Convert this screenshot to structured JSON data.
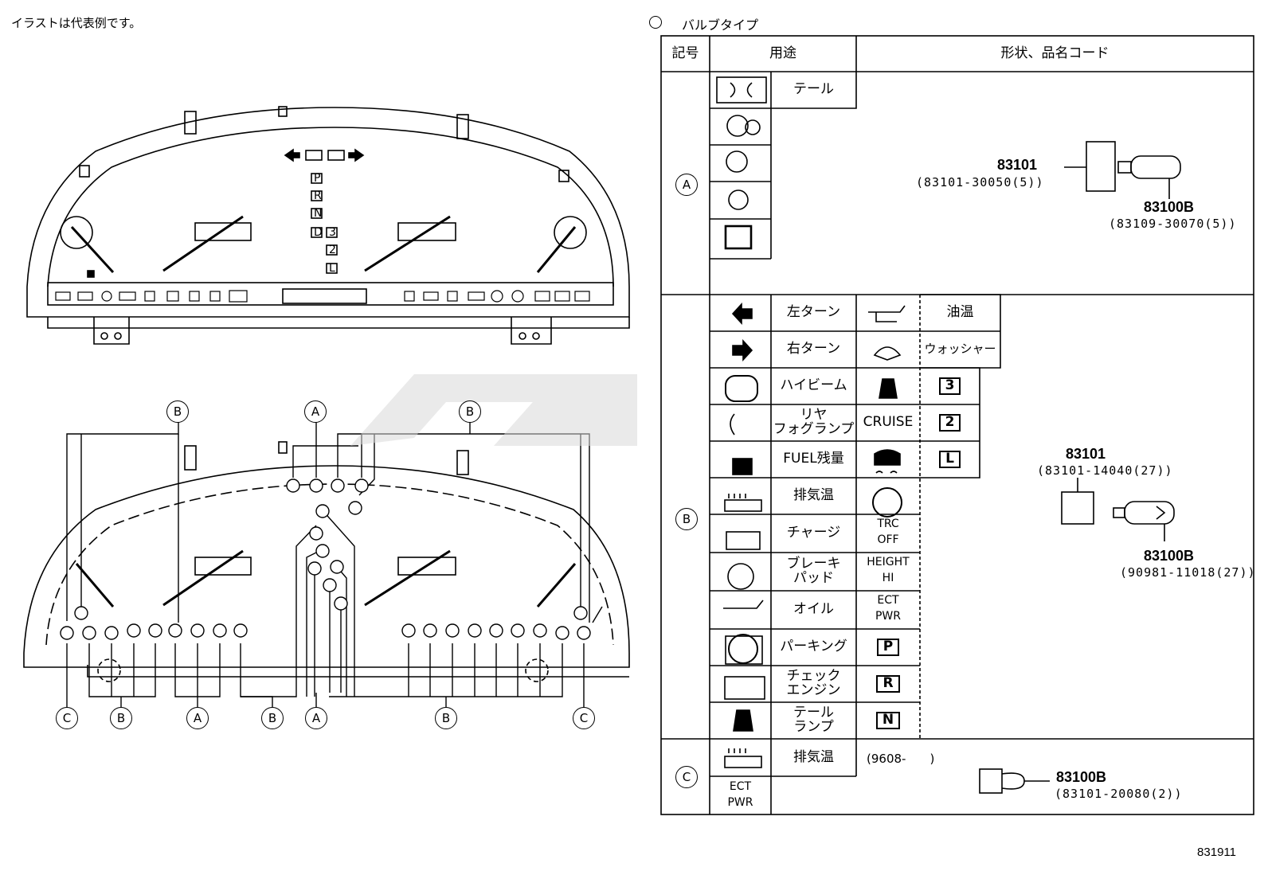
{
  "note": "イラストは代表例です。",
  "figure_number": "831911",
  "bulb_type_label": "バルブタイプ",
  "table": {
    "headers": {
      "symbol": "記号",
      "use": "用途",
      "shape_code": "形状、品名コード"
    },
    "group_a": {
      "symbol": "A",
      "items": [
        "テール"
      ],
      "socket_part": "83101",
      "socket_code": "(83101-30050(5))",
      "bulb_part": "83100B",
      "bulb_code": "(83109-30070(5))"
    },
    "group_b": {
      "symbol": "B",
      "left_items": [
        "左ターン",
        "右ターン",
        "ハイビーム",
        "リヤ\nフォグランプ",
        "FUEL残量",
        "排気温",
        "チャージ",
        "ブレーキ\nパッド",
        "オイル",
        "パーキング",
        "チェック\nエンジン",
        "テール\nランプ"
      ],
      "right_items": [
        "油温",
        "ウォッシャー"
      ],
      "right_icon_texts": [
        "CRUISE",
        "TRC",
        "OFF",
        "HEIGHT",
        "HI",
        "ECT",
        "PWR"
      ],
      "gear_letters": [
        "3",
        "2",
        "L",
        "P",
        "R",
        "N"
      ],
      "socket_part": "83101",
      "socket_code": "(83101-14040(27))",
      "bulb_part": "83100B",
      "bulb_code": "(90981-11018(27))"
    },
    "group_c": {
      "symbol": "C",
      "items": [
        "排気温"
      ],
      "icon_texts": [
        "ECT",
        "PWR"
      ],
      "date_range": "(9608-　　)",
      "bulb_part": "83100B",
      "bulb_code": "(83101-20080(2))"
    }
  },
  "diagram": {
    "top_gear_labels": [
      "P",
      "R",
      "N",
      "D",
      "3",
      "2",
      "L"
    ],
    "callout_labels_top": [
      "B",
      "A",
      "B"
    ],
    "callout_labels_bottom": [
      "C",
      "B",
      "A",
      "B",
      "A",
      "B",
      "C"
    ]
  }
}
